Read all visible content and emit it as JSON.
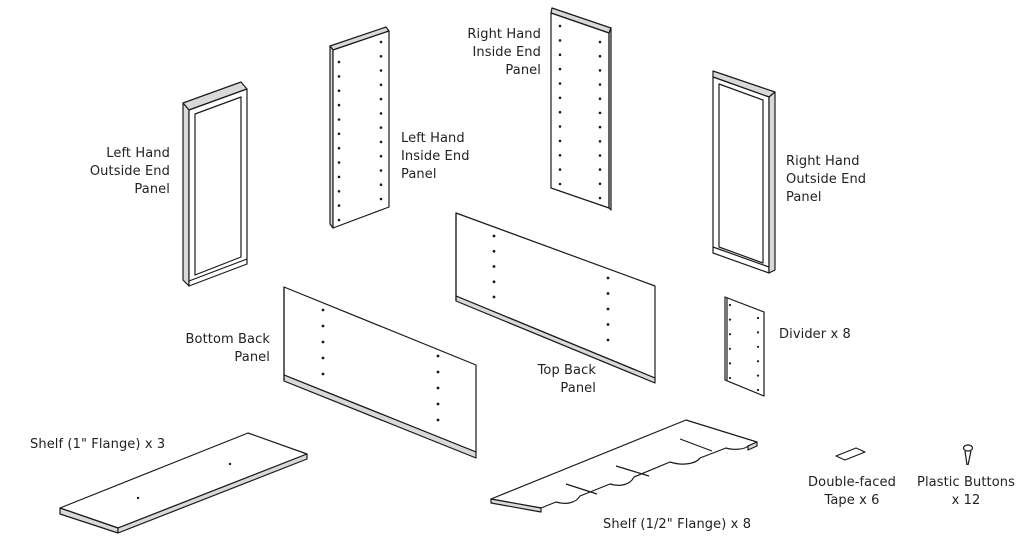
{
  "diagram": {
    "labels": {
      "left_outside": "Left Hand\nOutside End\nPanel",
      "left_inside": "Left Hand\nInside End\nPanel",
      "right_inside": "Right Hand\nInside End\nPanel",
      "right_outside": "Right Hand\nOutside End\nPanel",
      "bottom_back": "Bottom Back\nPanel",
      "top_back": "Top Back\nPanel",
      "divider": "Divider x 8",
      "shelf_1in": "Shelf (1\" Flange) x 3",
      "shelf_half": "Shelf (1/2\" Flange) x 8",
      "tape": "Double-faced\nTape x 6",
      "buttons": "Plastic Buttons\nx 12"
    },
    "colors": {
      "line": "#1a1a1a",
      "fill": "#ffffff",
      "shade": "#d9d9d9"
    }
  }
}
